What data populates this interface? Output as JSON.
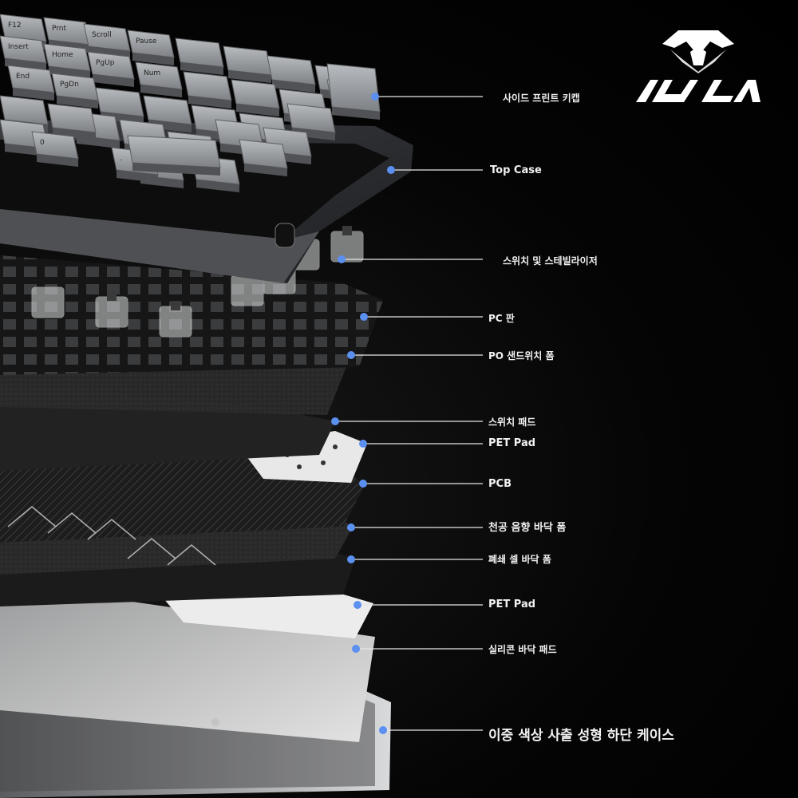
{
  "brand": {
    "logo": "aula-logo",
    "name": "AULA"
  },
  "colors": {
    "background": "#000000",
    "callout_dot": "#5b8ff0",
    "callout_line": "#e6e6e6",
    "label_text": "#f2f2f2"
  },
  "keycaps": [
    "F12",
    "Prnt",
    "Scroll",
    "Pause",
    "Insert",
    "Home",
    "PgUp",
    "Num",
    "End",
    "PgDn",
    "0",
    "."
  ],
  "layers": [
    {
      "label": "사이드 프린트 키캡"
    },
    {
      "label": "Top Case"
    },
    {
      "label": "스위치 및 스테빌라이저"
    },
    {
      "label": "PC 판"
    },
    {
      "label": "PO 샌드위치 폼"
    },
    {
      "label": "스위치 패드"
    },
    {
      "label": "PET Pad"
    },
    {
      "label": "PCB"
    },
    {
      "label": "천공 음향 바닥 폼"
    },
    {
      "label": "폐쇄 셀 바닥 폼"
    },
    {
      "label": "PET Pad"
    },
    {
      "label": "실리콘 바닥 패드"
    },
    {
      "label": "이중 색상 사출 성형 하단 케이스"
    }
  ]
}
